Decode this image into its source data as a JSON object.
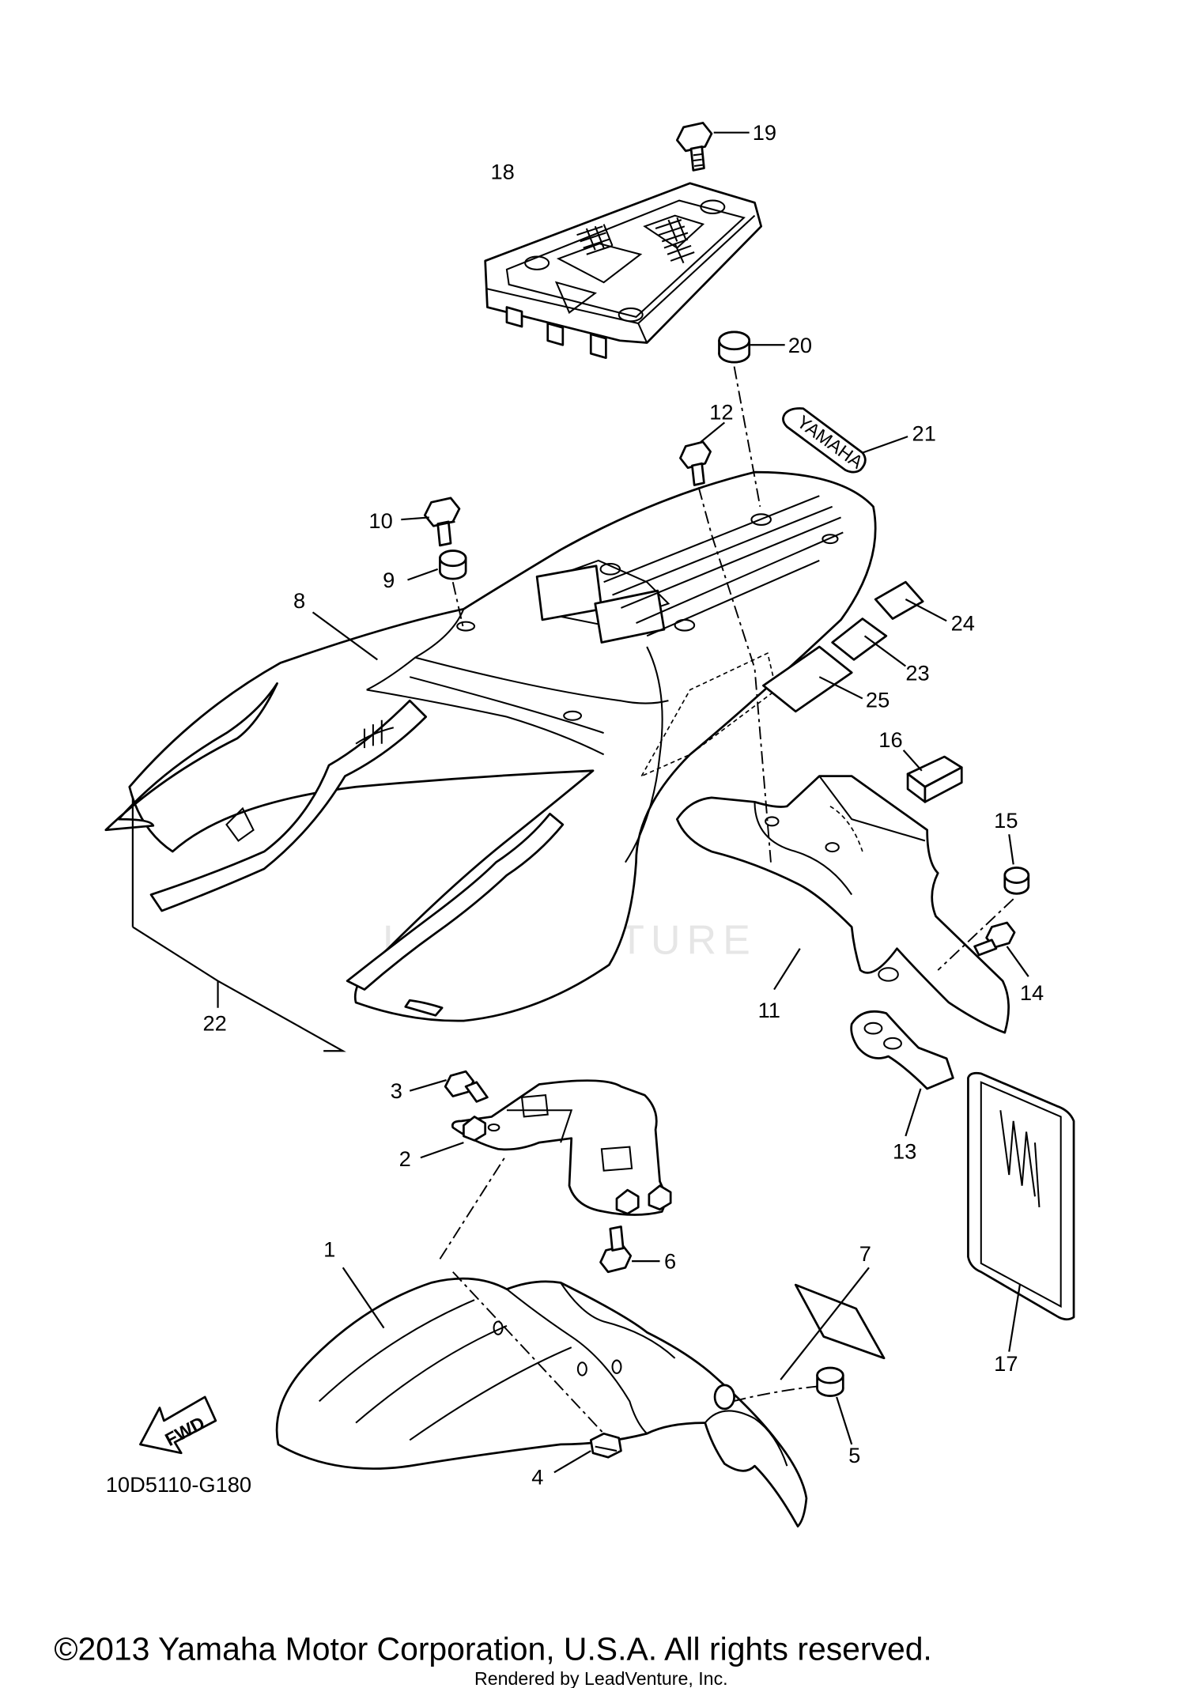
{
  "diagram_code": "10D5110-G180",
  "copyright": "©2013 Yamaha Motor Corporation, U.S.A. All rights reserved.",
  "rendered_by": "Rendered by LeadVenture, Inc.",
  "watermark": "LEADVENTURE",
  "decal_text": "YAMAHA",
  "fwd_label": "FWD",
  "callouts": [
    "1",
    "2",
    "3",
    "4",
    "5",
    "6",
    "7",
    "8",
    "9",
    "10",
    "11",
    "12",
    "13",
    "14",
    "15",
    "16",
    "17",
    "18",
    "19",
    "20",
    "21",
    "22",
    "23",
    "24",
    "25"
  ]
}
